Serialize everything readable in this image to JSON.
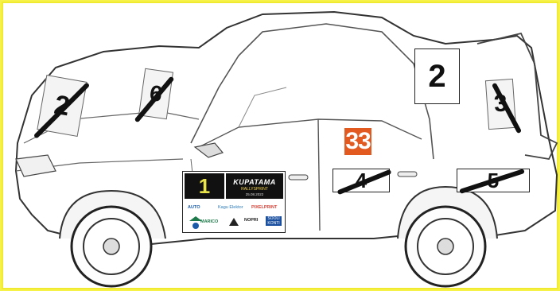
{
  "race_number": "1",
  "door_number": "33",
  "sponsor_panel": {
    "event_title": "KUPATAMA",
    "event_subtitle": "RALLYSPRINT",
    "event_date": "25.08.2022",
    "sponsors": [
      "AUTO",
      "Kagu Elektor",
      "PIXELPRINT",
      "MARICO",
      "NOPRI",
      "SOOLI KONTI"
    ]
  },
  "placement_labels": {
    "hood_left": "2",
    "hood_right": "6",
    "roof_box": "2",
    "rear_window": "3",
    "rear_door": "4",
    "rear_quarter": "5"
  },
  "colors": {
    "background": "#f6f24a",
    "race_number_bg": "#111111",
    "race_number_fg": "#e8e44a",
    "door_number_bg": "#e25a1f",
    "door_number_fg": "#ffffff"
  }
}
